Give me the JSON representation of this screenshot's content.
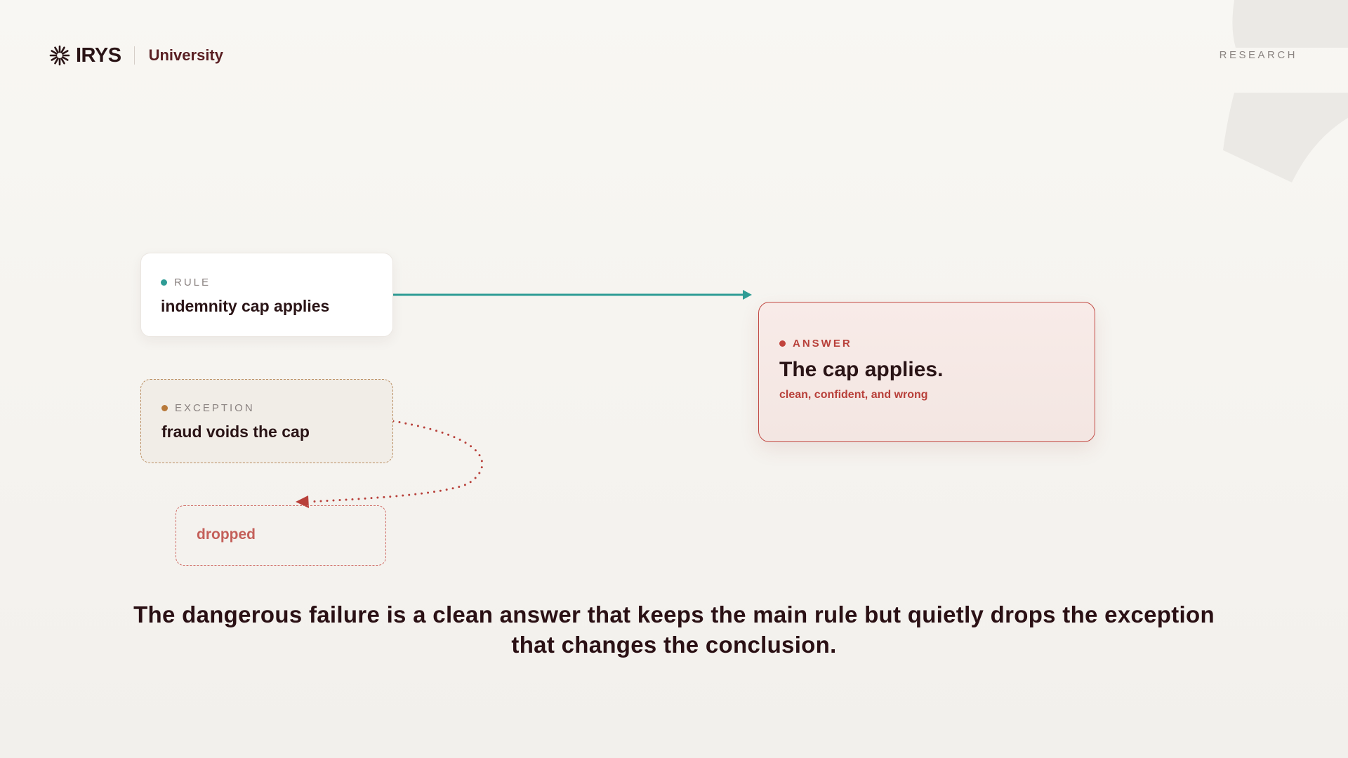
{
  "brand": {
    "name": "IRYS",
    "sub": "University",
    "logo_icon": "starburst-icon"
  },
  "section_label": "RESEARCH",
  "diagram": {
    "rule": {
      "tag": "RULE",
      "text": "indemnity cap applies",
      "dot_color": "#2e9c95"
    },
    "exception": {
      "tag": "EXCEPTION",
      "text": "fraud voids the cap",
      "dot_color": "#b8793a"
    },
    "dropped": {
      "text": "dropped"
    },
    "answer": {
      "tag": "ANSWER",
      "title": "The cap applies.",
      "subtitle": "clean, confident, and wrong",
      "dot_color": "#c1433c"
    },
    "colors": {
      "rule_arrow": "#2e9c95",
      "dropped_arrow": "#b8403a",
      "answer_border": "#c14a44"
    }
  },
  "caption": "The dangerous failure is a clean answer that keeps the main rule but quietly drops the exception that changes the conclusion."
}
